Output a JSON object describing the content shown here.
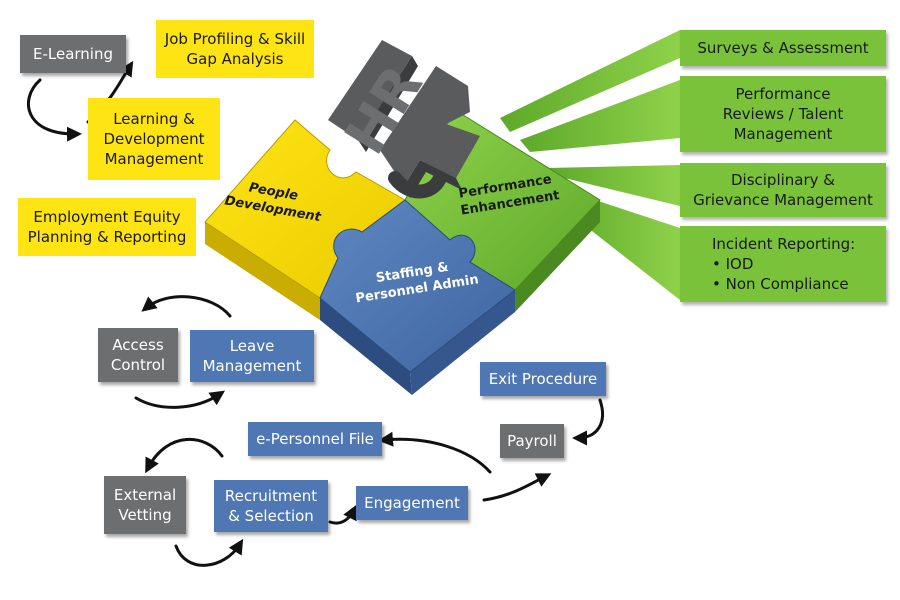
{
  "hub": {
    "logo_text": "HR",
    "people_development": "People\nDevelopment",
    "performance_enhancement": "Performance\nEnhancement",
    "staffing_admin": "Staffing &\nPersonnel Admin"
  },
  "people_development_items": {
    "e_learning": "E-Learning",
    "job_profiling": "Job Profiling & Skill\nGap Analysis",
    "learning_development": "Learning &\nDevelopment\nManagement",
    "employment_equity": "Employment Equity\nPlanning & Reporting"
  },
  "performance_items": {
    "surveys": "Surveys & Assessment",
    "performance_reviews": "Performance\nReviews / Talent\nManagement",
    "disciplinary": "Disciplinary &\nGrievance Management",
    "incident_reporting": "Incident Reporting:\n• IOD\n• Non Compliance"
  },
  "staffing_items": {
    "access_control": "Access\nControl",
    "leave_management": "Leave\nManagement",
    "exit_procedure": "Exit Procedure",
    "payroll": "Payroll",
    "e_personnel_file": "e-Personnel File",
    "external_vetting": "External\nVetting",
    "recruitment": "Recruitment\n& Selection",
    "engagement": "Engagement"
  },
  "colors": {
    "yellow": "#ffe414",
    "green": "#79c23a",
    "blue": "#4e77b3",
    "gray": "#6d6e70"
  }
}
